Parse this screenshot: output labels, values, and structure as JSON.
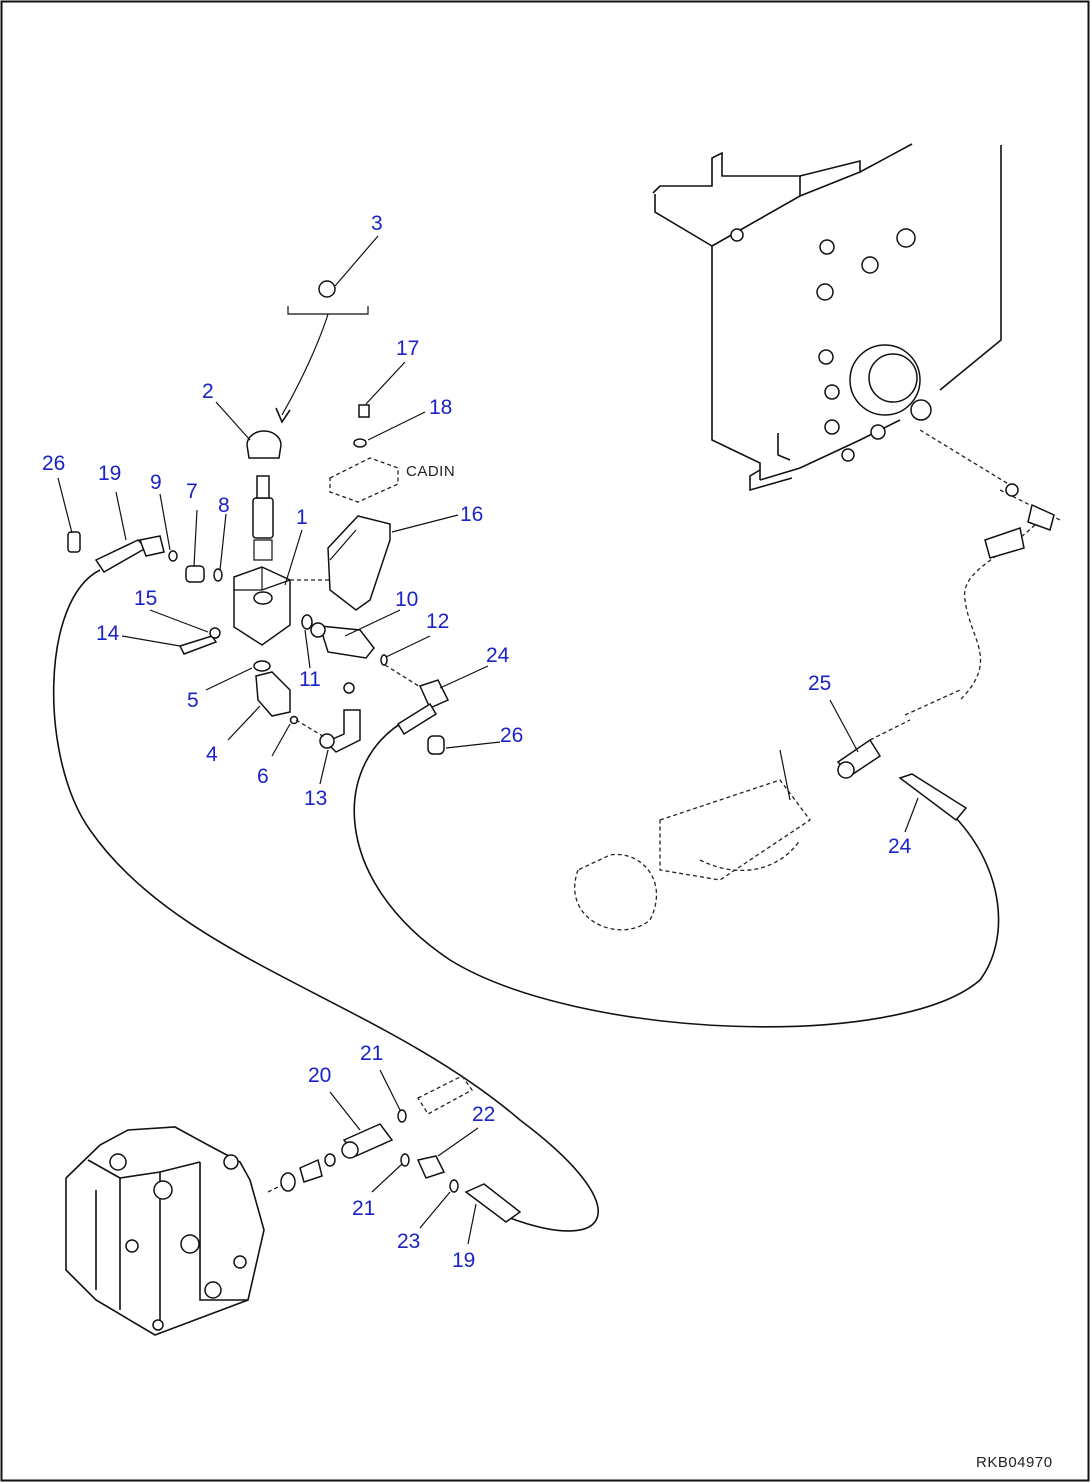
{
  "drawing": {
    "reference_code": "RKB04970",
    "cadin_label": "CADIN"
  },
  "callouts": [
    {
      "id": "c1",
      "text": "1"
    },
    {
      "id": "c2",
      "text": "2"
    },
    {
      "id": "c3",
      "text": "3"
    },
    {
      "id": "c4",
      "text": "4"
    },
    {
      "id": "c5",
      "text": "5"
    },
    {
      "id": "c6",
      "text": "6"
    },
    {
      "id": "c7",
      "text": "7"
    },
    {
      "id": "c8",
      "text": "8"
    },
    {
      "id": "c9",
      "text": "9"
    },
    {
      "id": "c10",
      "text": "10"
    },
    {
      "id": "c11",
      "text": "11"
    },
    {
      "id": "c12",
      "text": "12"
    },
    {
      "id": "c13",
      "text": "13"
    },
    {
      "id": "c14",
      "text": "14"
    },
    {
      "id": "c15",
      "text": "15"
    },
    {
      "id": "c16",
      "text": "16"
    },
    {
      "id": "c17",
      "text": "17"
    },
    {
      "id": "c18",
      "text": "18"
    },
    {
      "id": "c19a",
      "text": "19"
    },
    {
      "id": "c19b",
      "text": "19"
    },
    {
      "id": "c20",
      "text": "20"
    },
    {
      "id": "c21a",
      "text": "21"
    },
    {
      "id": "c21b",
      "text": "21"
    },
    {
      "id": "c22",
      "text": "22"
    },
    {
      "id": "c23",
      "text": "23"
    },
    {
      "id": "c24a",
      "text": "24"
    },
    {
      "id": "c24b",
      "text": "24"
    },
    {
      "id": "c25",
      "text": "25"
    },
    {
      "id": "c26a",
      "text": "26"
    },
    {
      "id": "c26b",
      "text": "26"
    }
  ]
}
